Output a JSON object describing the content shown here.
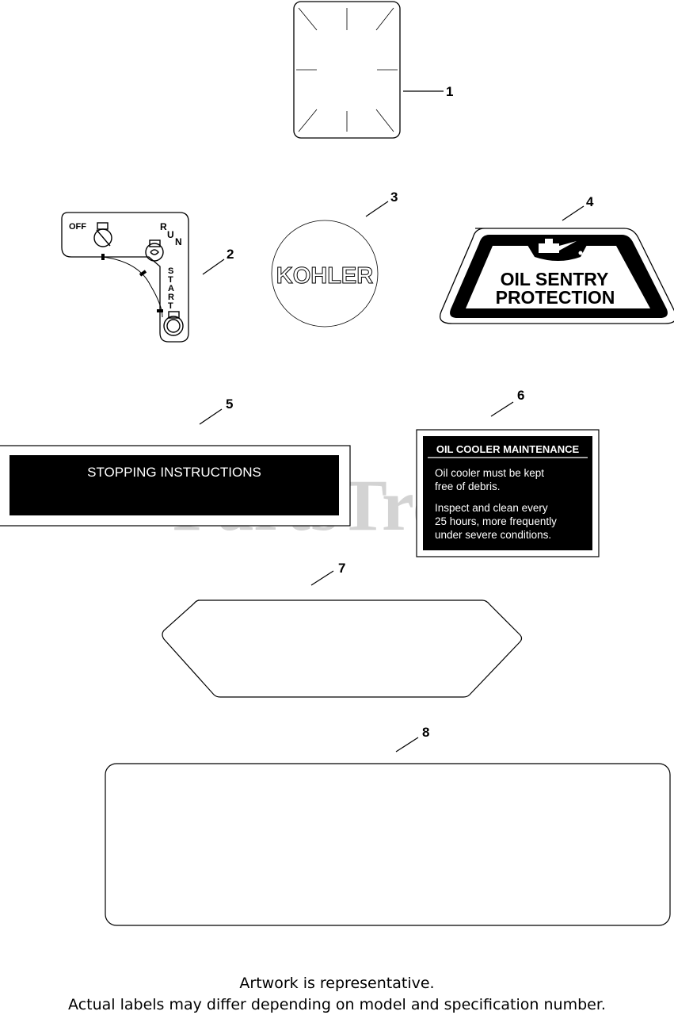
{
  "callouts": [
    "1",
    "2",
    "3",
    "4",
    "5",
    "6",
    "7",
    "8"
  ],
  "label2": {
    "off": "OFF",
    "run_r": "R",
    "run_u": "U",
    "run_n": "N",
    "start": [
      "S",
      "T",
      "A",
      "R",
      "T"
    ]
  },
  "label3": {
    "brand": "KOHLER"
  },
  "label4": {
    "line1": "OIL SENTRY",
    "line2": "PROTECTION"
  },
  "label5": {
    "text": "STOPPING INSTRUCTIONS"
  },
  "label6": {
    "title": "OIL COOLER MAINTENANCE",
    "para1": [
      "Oil cooler must be kept",
      "free of debris."
    ],
    "para2": [
      "Inspect and clean every",
      "25 hours, more frequently",
      "under severe conditions."
    ]
  },
  "watermark": "PartsTre",
  "footer": {
    "line1": "Artwork is representative.",
    "line2": "Actual labels may differ depending on model and specification number."
  }
}
